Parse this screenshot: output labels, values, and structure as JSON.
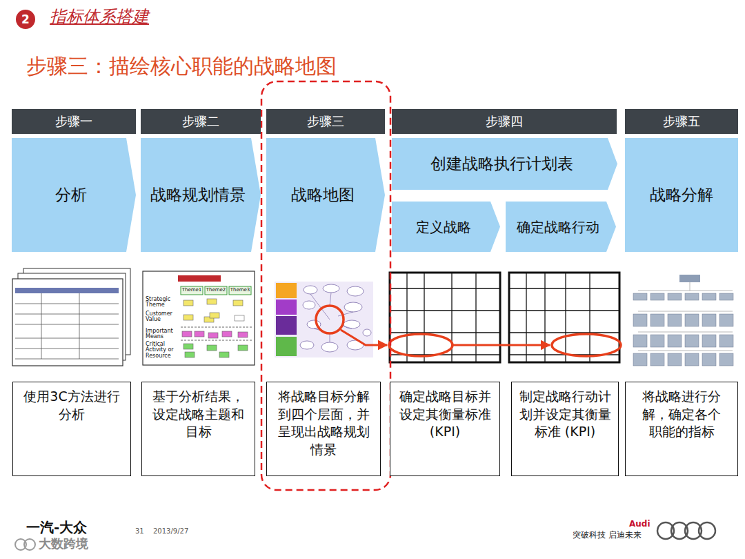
{
  "diagram": {
    "title": "步骤三：描绘核心职能的战略地图",
    "nodes": [
      {
        "text": [
          "2"
        ]
      },
      {
        "text": [
          "步骤一"
        ]
      },
      {
        "text": [
          "步骤二"
        ]
      },
      {
        "text": [
          "步骤三"
        ]
      },
      {
        "text": [
          "步骤四"
        ]
      },
      {
        "text": [
          "步骤五"
        ]
      },
      {
        "text": [
          "分析"
        ]
      },
      {
        "text": [
          "战略规划情景"
        ]
      },
      {
        "text": [
          "战略地图"
        ]
      },
      {
        "text": [
          "创建战略执行计划表"
        ]
      },
      {
        "text": [
          "战略分解"
        ]
      },
      {
        "text": [
          "定义战略"
        ]
      },
      {
        "text": [
          "确定战略行动"
        ]
      },
      {
        "text": [
          "使用3C方法进行 分析"
        ]
      },
      {
        "text": [
          "基于分析结果， 设定战略主题和 目标"
        ]
      },
      {
        "text": [
          "将战略目标分解 到四个层面，并 呈现出战略规划 情景"
        ]
      },
      {
        "text": [
          "确定战略目标并 设定其衡量标准 (KPI)"
        ]
      },
      {
        "text": [
          "制定战略行动计 划并设定其衡量 标准 (KPI)"
        ]
      },
      {
        "text": [
          "将战略进行分 解，确定各个 职能的指标"
        ]
      }
    ],
    "labels": [
      "指标体系搭建",
      "Theme1",
      "Theme2",
      "Theme3",
      "Strategic Theme",
      "Customer Value",
      "Important Means",
      "Critical Activity or Resource",
      "一汽-大众",
      "31",
      "2013/9/27",
      "Audi",
      "突破科技 启迪未来",
      "大数跨境"
    ]
  }
}
